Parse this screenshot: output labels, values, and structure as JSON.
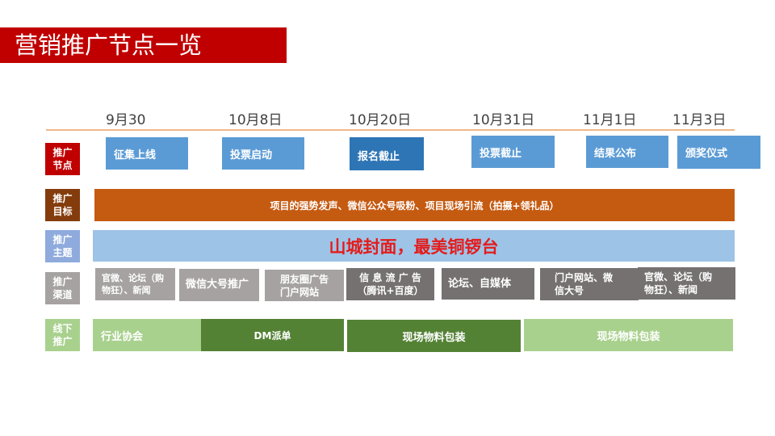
{
  "title": "营销推广节点一览",
  "timeline": {
    "dates": [
      "9月30",
      "10月8日",
      "10月20日",
      "10月31日",
      "11月1日",
      "11月3日"
    ]
  },
  "rows": {
    "nodes": {
      "label": "推广\n节点",
      "items": [
        "征集上线",
        "投票启动",
        "报名截止",
        "投票截止",
        "结果公布",
        "颁奖仪式"
      ]
    },
    "goal": {
      "label": "推广\n目标",
      "text": "项目的强势发声、微信公众号吸粉、项目现场引流（拍摄+领礼品）"
    },
    "theme": {
      "label": "推广\n主题",
      "text": "山城封面，最美铜锣台"
    },
    "channels": {
      "label": "推广\n渠道",
      "items": [
        "官微、论坛（购物狂）、新闻",
        "微信大号推广",
        "朋友圈广告\n门户网站",
        "信 息 流 广 告\n（腾讯+百度）",
        "论坛、自媒体",
        "门户网站、微\n信大号",
        "官微、论坛（购\n物狂）、新闻"
      ]
    },
    "offline": {
      "label": "线下\n推广",
      "items": [
        "行业协会",
        "DM派单",
        "现场物料包装",
        "现场物料包装"
      ]
    }
  },
  "colors": {
    "title_bg": "#c00000",
    "node_blue": "#5b9bd5",
    "node_blue_dark": "#2e75b6",
    "goal_orange": "#c55a11",
    "theme_blue": "#9dc3e6",
    "theme_text_red": "#e31c1c",
    "channel_gray_light": "#a6a2a2",
    "channel_gray_dark": "#767171",
    "offline_green_light": "#a9d18e",
    "offline_green_dark": "#548235",
    "timeline_line": "#f0b887"
  }
}
